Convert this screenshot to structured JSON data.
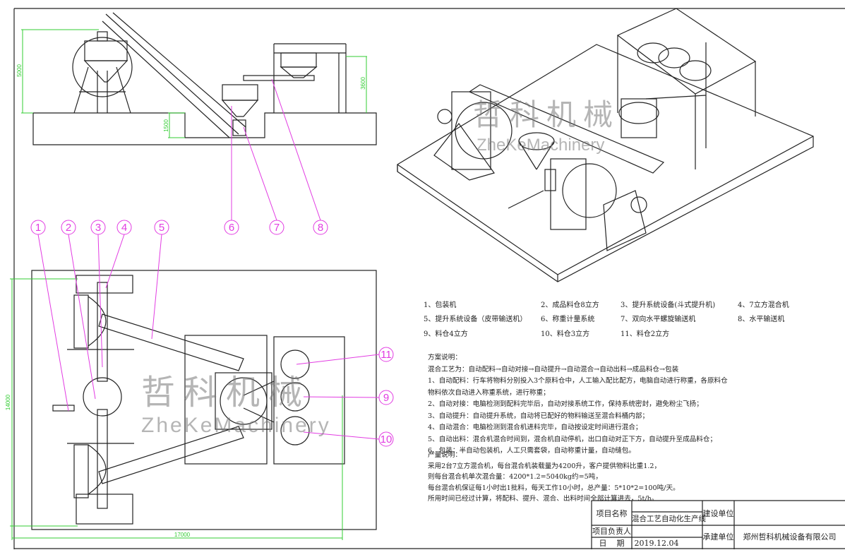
{
  "dimensions": {
    "elevation_height_left": "5000",
    "elevation_height_right": "3600",
    "pit_depth": "1500",
    "plan_width": "14000",
    "plan_length": "17000"
  },
  "balloons": [
    "1",
    "2",
    "3",
    "4",
    "5",
    "6",
    "7",
    "8",
    "9",
    "10",
    "11"
  ],
  "watermark": {
    "cn": "哲科机械",
    "en": "ZheKeMachinery"
  },
  "legend": [
    "1、包装机",
    "2、成品料仓8立方",
    "3、提升系统设备(斗式提升机)",
    "4、7立方混合机",
    "5、提升系统设备（皮带输送机）",
    "6、称重计量系统",
    "7、双向水平螺旋输送机",
    "8、水平输送机",
    "9、料仓4立方",
    "10、料仓3立方",
    "11、料仓2立方"
  ],
  "notes": {
    "title": "方案说明：",
    "lines": [
      "混合工艺为：自动配料→自动对接→自动提升→自动混合→自动出料→成品料仓→包装",
      "1、自动配料：行车将物料分别投入3个原料仓中，人工输入配比配方，电脑自动进行称重，各原料仓",
      "物料依次自动进入称重系统，进行称重；",
      "2、自动对接：电脑检测到配料完毕后，自动对接系统工作，保持系统密封，避免粉尘飞扬；",
      "3、自动提升：自动提升系统，自动将已配好的物料输送至混合料桶内部；",
      "4、自动混合：电脑检测到混合机进料完毕，自动按设定时间进行混合；",
      "5、自动出料：混合机混合时间到，混合机自动停机，出口自动对正下方，自动提升至成品料仓；",
      "6、包装：半自动包装机，人工只需套袋，自动称重计量，自动缝包。"
    ]
  },
  "production": {
    "title": "产量说明：",
    "lines": [
      "采用2台7立方混合机，每台混合机装载量为4200升，客户提供物料比重1.2，",
      "则每台混合机单次混合量：4200*1.2=5040kg约=5吨，",
      "每台混合机保证每1小时出1批料，每天工作10小时，总产量：5*10*2=100吨/天。",
      "所用时间已经过计算，将配料、提升、混合、出料时间全部计算进去，5t/h。"
    ]
  },
  "title_block": {
    "project_name_label": "项目名称",
    "project_name": "混合工艺自动化生产线",
    "builder_label": "建设单位",
    "builder": "",
    "manager_label": "项目负责人",
    "manager": "",
    "contractor_label": "承建单位",
    "contractor": "郑州哲科机械设备有限公司",
    "date_label": "日    期",
    "date": "2019.12.04"
  },
  "colors": {
    "balloon": "#e23ce2",
    "dimension": "#33cc33",
    "line": "#222222"
  }
}
